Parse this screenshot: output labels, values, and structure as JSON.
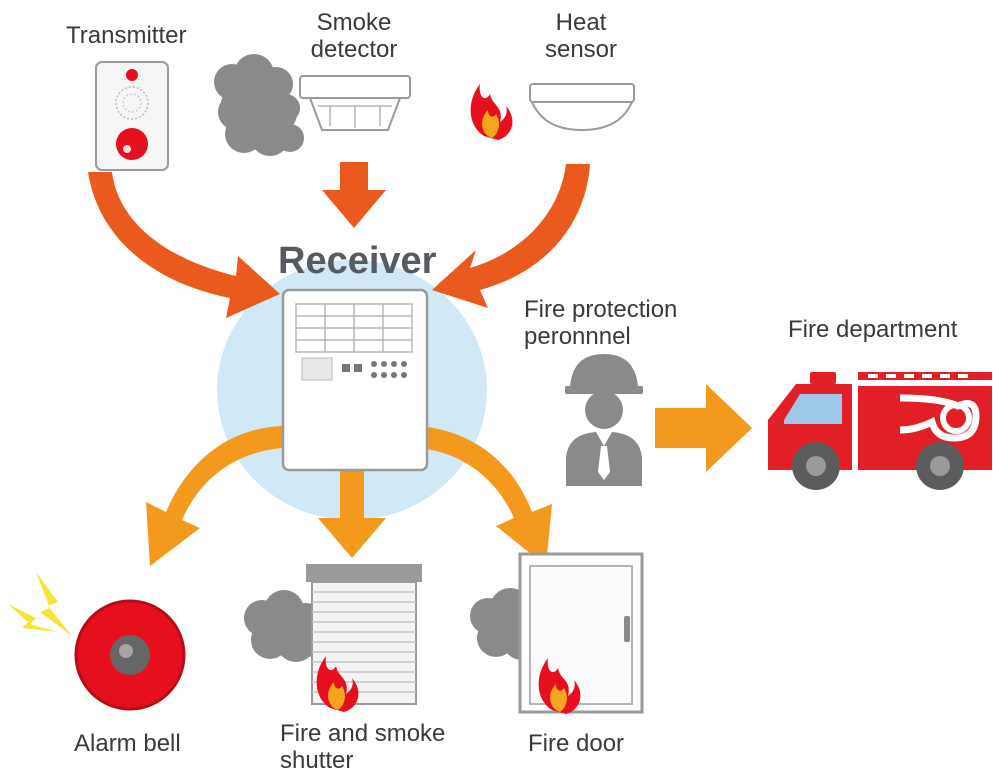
{
  "receiver": {
    "title": "Receiver"
  },
  "inputs": {
    "transmitter": "Transmitter",
    "smoke_detector": [
      "Smoke",
      "detector"
    ],
    "heat_sensor": [
      "Heat",
      "sensor"
    ]
  },
  "outputs": {
    "alarm_bell": "Alarm bell",
    "shutter": [
      "Fire and smoke",
      "shutter"
    ],
    "fire_door": "Fire door"
  },
  "personnel": [
    "Fire protection",
    "peronnnel"
  ],
  "fire_department": "Fire department",
  "colors": {
    "input_arrow": "#ea5a1e",
    "output_arrow": "#f39a1e",
    "receiver_halo": "#cfe6f5",
    "alarm_red": "#e60f1d",
    "truck_red": "#e21f26",
    "smoke_gray": "#8a8a8a"
  },
  "icons": [
    "transmitter-icon",
    "smoke-icon",
    "smoke-detector-icon",
    "flame-icon",
    "heat-sensor-icon",
    "receiver-panel-icon",
    "person-helmet-icon",
    "fire-truck-icon",
    "alarm-bell-icon",
    "lightning-icon",
    "shutter-icon",
    "door-icon"
  ]
}
